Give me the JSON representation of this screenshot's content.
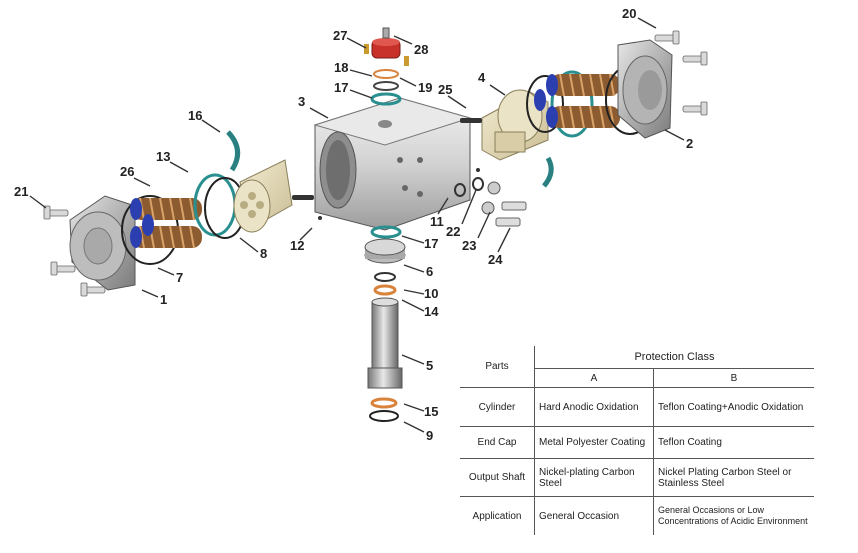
{
  "callouts": [
    "1",
    "2",
    "3",
    "4",
    "5",
    "6",
    "7",
    "8",
    "9",
    "10",
    "11",
    "12",
    "13",
    "14",
    "15",
    "16",
    "17",
    "17",
    "18",
    "19",
    "20",
    "21",
    "22",
    "23",
    "24",
    "25",
    "26",
    "27",
    "28"
  ],
  "table": {
    "parts_header": "Parts",
    "class_header": "Protection Class",
    "col_a": "A",
    "col_b": "B",
    "rows": [
      {
        "part": "Cylinder",
        "a": "Hard Anodic Oxidation",
        "b": "Teflon Coating+Anodic Oxidation"
      },
      {
        "part": "End Cap",
        "a": "Metal Polyester Coating",
        "b": "Teflon Coating"
      },
      {
        "part": "Output Shaft",
        "a": "Nickel-plating Carbon Steel",
        "b": "Nickel Plating  Carbon Steel or Stainless Steel"
      },
      {
        "part": "Application",
        "a": "General Occasion",
        "b": "General Occasions or Low Concentrations of Acidic Environment"
      }
    ]
  },
  "colors": {
    "spring_blue": "#2c3fb0",
    "spring_coil": "#a06a3a",
    "seal_teal": "#2a8f8f",
    "cap_red": "#c8302a",
    "oring_orange": "#d9823a",
    "body_grey": "#cfcfcf",
    "piston_beige": "#e6ddbf"
  }
}
